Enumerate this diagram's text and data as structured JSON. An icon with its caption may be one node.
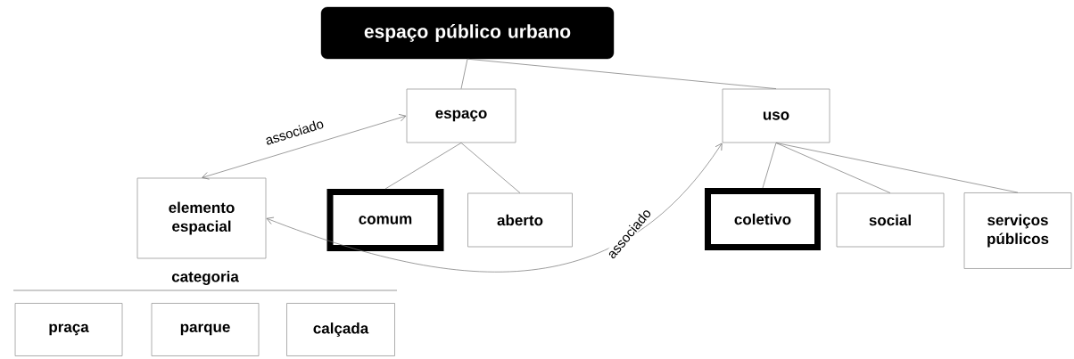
{
  "diagram": {
    "nodes": [
      {
        "text": [
          "espaço público urbano"
        ]
      },
      {
        "text": [
          "espaço"
        ]
      },
      {
        "text": [
          "uso"
        ]
      },
      {
        "text": [
          "elemento espacial"
        ]
      },
      {
        "text": [
          "comum"
        ]
      },
      {
        "text": [
          "aberto"
        ]
      },
      {
        "text": [
          "coletivo"
        ]
      },
      {
        "text": [
          "social"
        ]
      },
      {
        "text": [
          "serviços públicos"
        ]
      },
      {
        "text": [
          "praça"
        ]
      },
      {
        "text": [
          "parque"
        ]
      },
      {
        "text": [
          "calçada"
        ]
      }
    ],
    "edges": [
      {
        "from": 0,
        "to": 1,
        "arrow": "none"
      },
      {
        "from": 0,
        "to": 2,
        "arrow": "none"
      },
      {
        "from": 1,
        "to": 3,
        "arrow": "both",
        "label": "associado"
      },
      {
        "from": 3,
        "to": 2,
        "arrow": "both",
        "label": "associado"
      },
      {
        "from": 1,
        "to": 4,
        "arrow": "none"
      },
      {
        "from": 1,
        "to": 5,
        "arrow": "none"
      },
      {
        "from": 2,
        "to": 6,
        "arrow": "none"
      },
      {
        "from": 2,
        "to": 7,
        "arrow": "none"
      },
      {
        "from": 2,
        "to": 8,
        "arrow": "none"
      }
    ],
    "labels": [
      "categoria"
    ]
  }
}
